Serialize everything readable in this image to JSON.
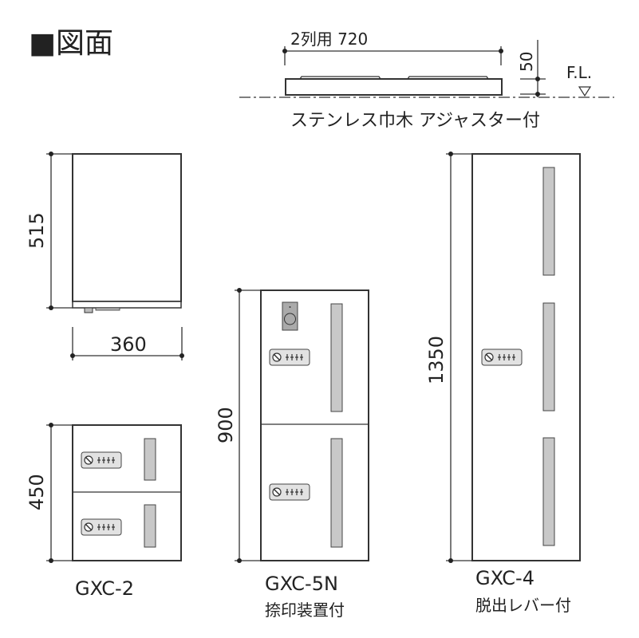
{
  "title": "■図面",
  "base": {
    "width_label": "2列用 720",
    "height_label": "50",
    "floor_label": "F.L.",
    "caption": "ステンレス巾木 アジャスター付"
  },
  "gxc2_top": {
    "height_label": "515",
    "width_label": "360"
  },
  "gxc2": {
    "height_label": "450",
    "name": "GXC-2"
  },
  "gxc5n": {
    "height_label": "900",
    "name": "GXC-5N",
    "note": "捺印装置付"
  },
  "gxc4": {
    "height_label": "1350",
    "name": "GXC-4",
    "note": "脱出レバー付"
  }
}
